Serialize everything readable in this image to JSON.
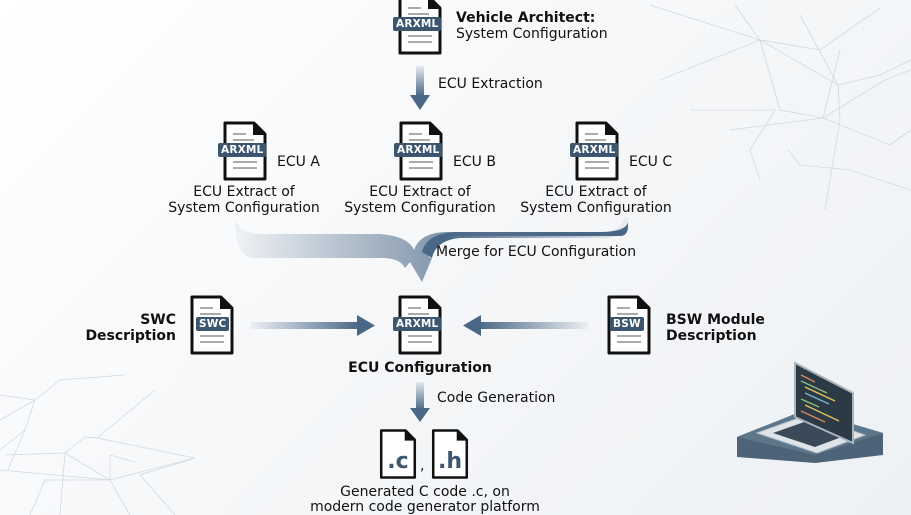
{
  "colors": {
    "arrow": "#4a6786",
    "badge": "#3c5670",
    "text": "#111111"
  },
  "top": {
    "icon": "arxml-file-icon",
    "badge": "ARXML",
    "title": "Vehicle Architect:",
    "subtitle": "System Configuration"
  },
  "steps": {
    "extraction": "ECU Extraction",
    "merge": "Merge for ECU Configuration",
    "codegen": "Code Generation"
  },
  "ecus": [
    {
      "badge": "ARXML",
      "name": "ECU A",
      "line1": "ECU Extract of",
      "line2": "System Configuration"
    },
    {
      "badge": "ARXML",
      "name": "ECU B",
      "line1": "ECU Extract of",
      "line2": "System Configuration"
    },
    {
      "badge": "ARXML",
      "name": "ECU C",
      "line1": "ECU Extract of",
      "line2": "System Configuration"
    }
  ],
  "swc": {
    "badge": "SWC",
    "line1": "SWC",
    "line2": "Description"
  },
  "bsw": {
    "badge": "BSW",
    "line1": "BSW Module",
    "line2": "Description"
  },
  "ecu_config": {
    "badge": "ARXML",
    "label": "ECU Configuration"
  },
  "output": {
    "file1": ".c",
    "separator": ",",
    "file2": ".h",
    "line1": "Generated C code .c, on",
    "line2": "modern code generator platform"
  },
  "decor": {
    "laptop": "laptop-code-illustration",
    "network": "network-lines-background"
  }
}
